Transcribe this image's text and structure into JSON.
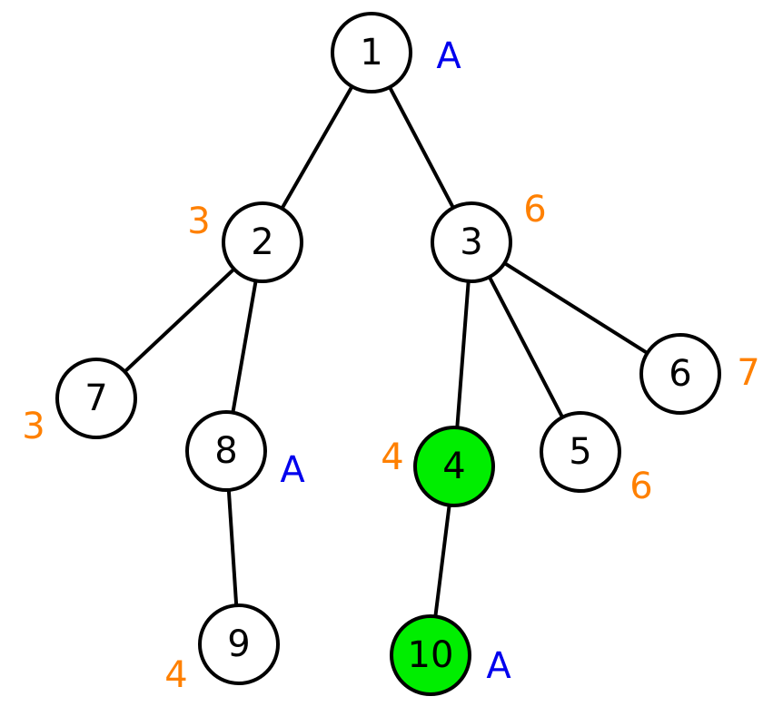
{
  "colors": {
    "node_fill": "#ffffff",
    "highlight_fill": "#00ee00",
    "number_annotation": "#ff8000",
    "letter_annotation": "#0000ee",
    "stroke": "#000000"
  },
  "nodes": [
    {
      "id": "1",
      "label": "1",
      "highlighted": false,
      "annotation": "A"
    },
    {
      "id": "2",
      "label": "2",
      "highlighted": false,
      "annotation": "3"
    },
    {
      "id": "3",
      "label": "3",
      "highlighted": false,
      "annotation": "6"
    },
    {
      "id": "7",
      "label": "7",
      "highlighted": false,
      "annotation": "3"
    },
    {
      "id": "8",
      "label": "8",
      "highlighted": false,
      "annotation": "A"
    },
    {
      "id": "4",
      "label": "4",
      "highlighted": true,
      "annotation": "4"
    },
    {
      "id": "5",
      "label": "5",
      "highlighted": false,
      "annotation": "6"
    },
    {
      "id": "6",
      "label": "6",
      "highlighted": false,
      "annotation": "7"
    },
    {
      "id": "9",
      "label": "9",
      "highlighted": false,
      "annotation": "4"
    },
    {
      "id": "10",
      "label": "10",
      "highlighted": true,
      "annotation": "A"
    }
  ],
  "edges": [
    {
      "from": "1",
      "to": "2"
    },
    {
      "from": "1",
      "to": "3"
    },
    {
      "from": "2",
      "to": "7"
    },
    {
      "from": "2",
      "to": "8"
    },
    {
      "from": "8",
      "to": "9"
    },
    {
      "from": "3",
      "to": "4"
    },
    {
      "from": "3",
      "to": "5"
    },
    {
      "from": "3",
      "to": "6"
    },
    {
      "from": "4",
      "to": "10"
    }
  ]
}
